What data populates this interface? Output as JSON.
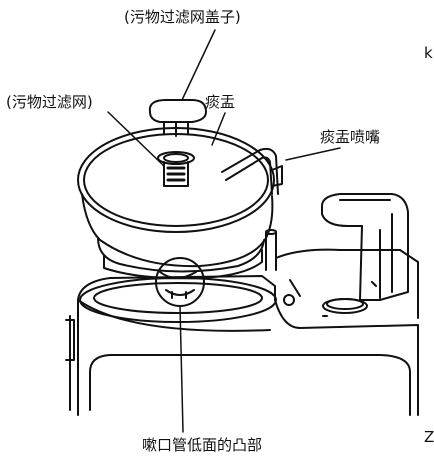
{
  "labels": {
    "filter_cover": "(污物过滤网盖子)",
    "filter": "(污物过滤网)",
    "bowl": "痰盂",
    "nozzle": "痰盂喷嘴",
    "pipe_bottom": "嗽口管低面的凸部"
  },
  "edge_text": {
    "top": "k",
    "bottom": "Z"
  },
  "colors": {
    "line": "#111111",
    "background": "#ffffff"
  }
}
